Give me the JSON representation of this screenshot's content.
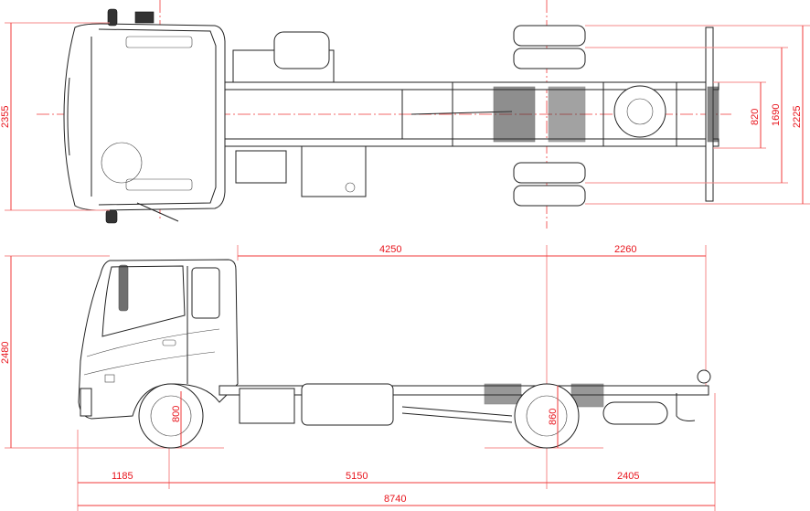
{
  "drawing": {
    "top_view": {
      "overall_width": "2355",
      "rear_width": "2225",
      "rear_tread": "1690",
      "frame_width": "820"
    },
    "side_view": {
      "cab_to_rear_axle": "4250",
      "rear_overhang_deck": "2260",
      "overall_height": "2480",
      "front_frame_height": "800",
      "rear_frame_height": "860",
      "front_overhang": "1185",
      "wheelbase": "5150",
      "rear_overhang": "2405",
      "overall_length": "8740"
    },
    "colors": {
      "dimension": "#e8141c",
      "line": "#222222"
    }
  }
}
